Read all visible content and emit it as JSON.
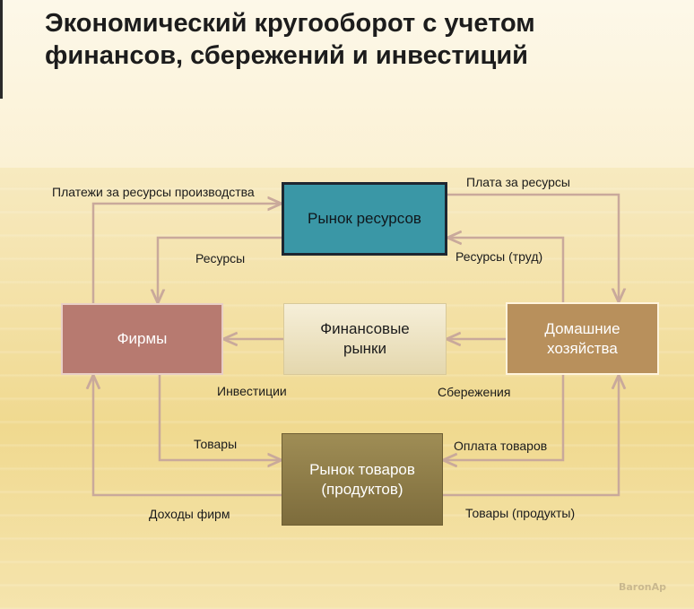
{
  "title": "Экономический кругооборот с учетом финансов, сбережений и инвестиций",
  "nodes": {
    "resources_market": "Рынок ресурсов",
    "firms": "Фирмы",
    "financial_markets": "Финансовые рынки",
    "households": "Домашние хозяйства",
    "goods_market": "Рынок товаров (продуктов)"
  },
  "flows": {
    "payments_for_resources": "Платежи за ресурсы производства",
    "payment_for_resources": "Плата за ресурсы",
    "resources": "Ресурсы",
    "resources_labor": "Ресурсы (труд)",
    "investments": "Инвестиции",
    "savings": "Сбережения",
    "goods": "Товары",
    "goods_payment": "Оплата товаров",
    "firm_income": "Доходы фирм",
    "goods_products": "Товары (продукты)"
  },
  "colors": {
    "resources_market": "#3a97a6",
    "firms": "#b77a70",
    "households": "#b8905c",
    "goods_market": "#8d7c48",
    "arrow": "#c9a99b"
  },
  "watermark": "BaronAp"
}
